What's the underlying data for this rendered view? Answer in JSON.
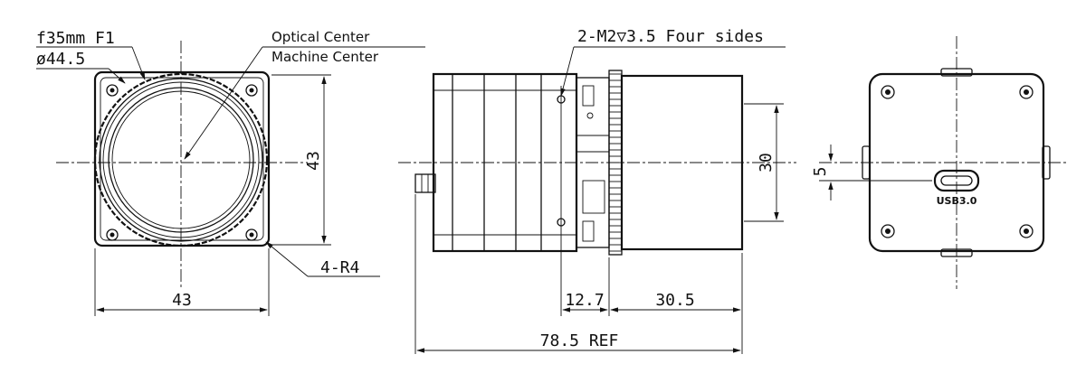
{
  "front_view": {
    "lens_spec": "f35mm F1",
    "diameter": "ø44.5",
    "center_label_1": "Optical Center",
    "center_label_2": "Machine Center",
    "height_dim": "43",
    "width_dim": "43",
    "corner_radius": "4-R4"
  },
  "side_view": {
    "thread_note": "2-M2▽3.5 Four sides",
    "height_dim": "30",
    "dim_a": "12.7",
    "dim_b": "30.5",
    "total_length": "78.5 REF"
  },
  "rear_view": {
    "offset_dim": "5",
    "port_label": "USB3.0"
  }
}
